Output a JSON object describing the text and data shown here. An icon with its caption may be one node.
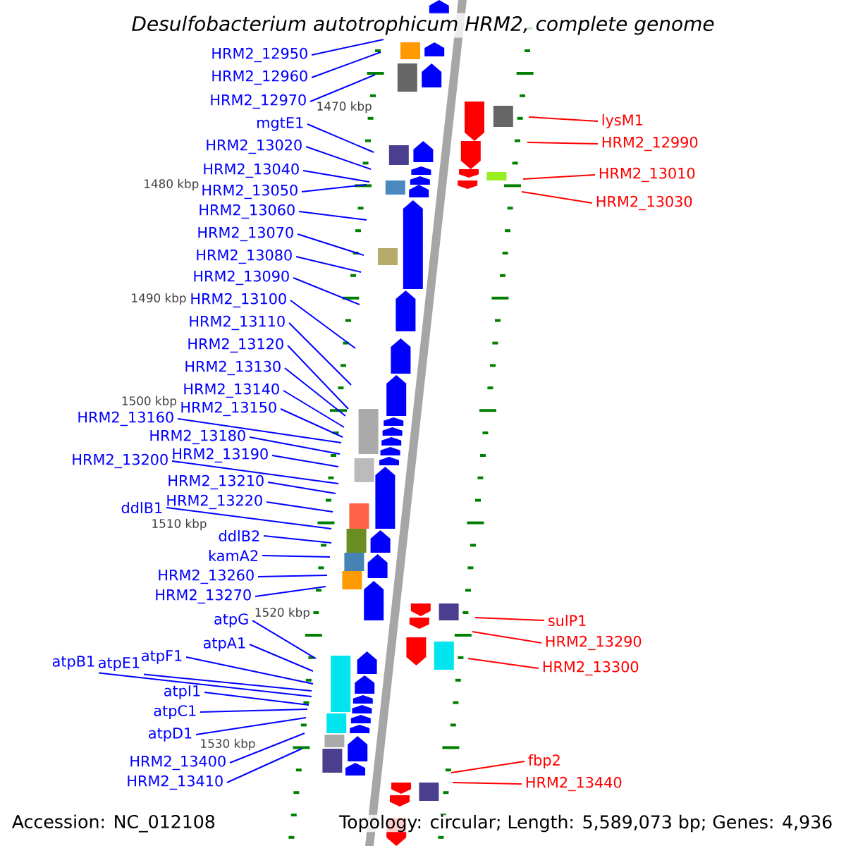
{
  "diagram": {
    "title": "Desulfobacterium autotrophicum HRM2, complete genome",
    "nodes": [
      {
        "text": [
          "HRM2_12950"
        ]
      },
      {
        "text": [
          "HRM2_12960"
        ]
      },
      {
        "text": [
          "HRM2_12970"
        ]
      },
      {
        "text": [
          "lysM1"
        ]
      },
      {
        "text": [
          "mgtE1"
        ]
      },
      {
        "text": [
          "HRM2_12990"
        ]
      },
      {
        "text": [
          "HRM2_13020"
        ]
      },
      {
        "text": [
          "HRM2_13040"
        ]
      },
      {
        "text": [
          "HRM2_13010"
        ]
      },
      {
        "text": [
          "HRM2_13050"
        ]
      },
      {
        "text": [
          "HRM2_13030"
        ]
      },
      {
        "text": [
          "HRM2_13060"
        ]
      },
      {
        "text": [
          "HRM2_13070"
        ]
      },
      {
        "text": [
          "HRM2_13080"
        ]
      },
      {
        "text": [
          "HRM2_13090"
        ]
      },
      {
        "text": [
          "HRM2_13100"
        ]
      },
      {
        "text": [
          "HRM2_13110"
        ]
      },
      {
        "text": [
          "HRM2_13120"
        ]
      },
      {
        "text": [
          "HRM2_13130"
        ]
      },
      {
        "text": [
          "HRM2_13140"
        ]
      },
      {
        "text": [
          "HRM2_13150"
        ]
      },
      {
        "text": [
          "HRM2_13160"
        ]
      },
      {
        "text": [
          "HRM2_13180"
        ]
      },
      {
        "text": [
          "HRM2_13190"
        ]
      },
      {
        "text": [
          "HRM2_13200"
        ]
      },
      {
        "text": [
          "HRM2_13210"
        ]
      },
      {
        "text": [
          "HRM2_13220"
        ]
      },
      {
        "text": [
          "ddlB1"
        ]
      },
      {
        "text": [
          "ddlB2"
        ]
      },
      {
        "text": [
          "kamA2"
        ]
      },
      {
        "text": [
          "HRM2_13260"
        ]
      },
      {
        "text": [
          "HRM2_13270"
        ]
      },
      {
        "text": [
          "atpG"
        ]
      },
      {
        "text": [
          "sulP1"
        ]
      },
      {
        "text": [
          "HRM2_13290"
        ]
      },
      {
        "text": [
          "atpA1"
        ]
      },
      {
        "text": [
          "atpB1"
        ]
      },
      {
        "text": [
          "atpE1"
        ]
      },
      {
        "text": [
          "atpF1"
        ]
      },
      {
        "text": [
          "HRM2_13300"
        ]
      },
      {
        "text": [
          "atpI1"
        ]
      },
      {
        "text": [
          "atpC1"
        ]
      },
      {
        "text": [
          "atpD1"
        ]
      },
      {
        "text": [
          "fbp2"
        ]
      },
      {
        "text": [
          "HRM2_13400"
        ]
      },
      {
        "text": [
          "HRM2_13410"
        ]
      },
      {
        "text": [
          "HRM2_13440"
        ]
      }
    ],
    "edges": [
      {
        "from": 0,
        "to": null,
        "arrow": "none"
      },
      {
        "from": 1,
        "to": null,
        "arrow": "none"
      },
      {
        "from": 2,
        "to": null,
        "arrow": "none"
      },
      {
        "from": 3,
        "to": null,
        "arrow": "none",
        "color": "#ff0000"
      },
      {
        "from": 4,
        "to": null,
        "arrow": "none"
      },
      {
        "from": 5,
        "to": null,
        "arrow": "none",
        "color": "#ff0000"
      },
      {
        "from": 6,
        "to": null,
        "arrow": "none"
      },
      {
        "from": 7,
        "to": null,
        "arrow": "none"
      },
      {
        "from": 8,
        "to": null,
        "arrow": "none",
        "color": "#ff0000"
      },
      {
        "from": 9,
        "to": null,
        "arrow": "none"
      },
      {
        "from": 10,
        "to": null,
        "arrow": "none",
        "color": "#ff0000"
      },
      {
        "from": 11,
        "to": null,
        "arrow": "none"
      },
      {
        "from": 12,
        "to": null,
        "arrow": "none"
      },
      {
        "from": 13,
        "to": null,
        "arrow": "none"
      },
      {
        "from": 14,
        "to": null,
        "arrow": "none"
      },
      {
        "from": 15,
        "to": null,
        "arrow": "none"
      },
      {
        "from": 16,
        "to": null,
        "arrow": "none"
      },
      {
        "from": 17,
        "to": null,
        "arrow": "none"
      },
      {
        "from": 18,
        "to": null,
        "arrow": "none"
      },
      {
        "from": 19,
        "to": null,
        "arrow": "none"
      },
      {
        "from": 20,
        "to": null,
        "arrow": "none"
      },
      {
        "from": 21,
        "to": null,
        "arrow": "none"
      },
      {
        "from": 22,
        "to": null,
        "arrow": "none"
      },
      {
        "from": 23,
        "to": null,
        "arrow": "none"
      },
      {
        "from": 24,
        "to": null,
        "arrow": "none"
      },
      {
        "from": 25,
        "to": null,
        "arrow": "none"
      },
      {
        "from": 26,
        "to": null,
        "arrow": "none"
      },
      {
        "from": 27,
        "to": null,
        "arrow": "none"
      },
      {
        "from": 28,
        "to": null,
        "arrow": "none"
      },
      {
        "from": 29,
        "to": null,
        "arrow": "none"
      },
      {
        "from": 30,
        "to": null,
        "arrow": "none"
      },
      {
        "from": 31,
        "to": null,
        "arrow": "none"
      },
      {
        "from": 32,
        "to": null,
        "arrow": "none"
      },
      {
        "from": 33,
        "to": null,
        "arrow": "none",
        "color": "#ff0000"
      },
      {
        "from": 34,
        "to": null,
        "arrow": "none",
        "color": "#ff0000"
      },
      {
        "from": 35,
        "to": null,
        "arrow": "none"
      },
      {
        "from": 36,
        "to": null,
        "arrow": "none"
      },
      {
        "from": 37,
        "to": null,
        "arrow": "none"
      },
      {
        "from": 38,
        "to": null,
        "arrow": "none"
      },
      {
        "from": 39,
        "to": null,
        "arrow": "none",
        "color": "#ff0000"
      },
      {
        "from": 40,
        "to": null,
        "arrow": "none"
      },
      {
        "from": 41,
        "to": null,
        "arrow": "none"
      },
      {
        "from": 42,
        "to": null,
        "arrow": "none"
      },
      {
        "from": 43,
        "to": null,
        "arrow": "none",
        "color": "#ff0000"
      },
      {
        "from": 44,
        "to": null,
        "arrow": "none"
      },
      {
        "from": 45,
        "to": null,
        "arrow": "none"
      },
      {
        "from": 46,
        "to": null,
        "arrow": "none",
        "color": "#ff0000"
      }
    ],
    "labels": [
      "1470 kbp",
      "1480 kbp",
      "1490 kbp",
      "1500 kbp",
      "1510 kbp",
      "1520 kbp",
      "1530 kbp",
      "Accession: NC_012108",
      "Topology: circular; Length: 5,589,073 bp; Genes: 4,936"
    ]
  }
}
